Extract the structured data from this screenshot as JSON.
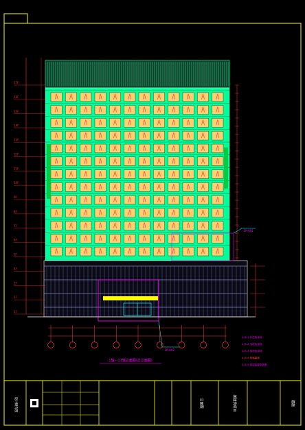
{
  "sheet": {
    "frame_color": "#ffff00",
    "facade_color": "#00ff99",
    "window_color": "#ffd070",
    "window_mark_color": "#ff3b3b",
    "level_color": "#ff2b2b",
    "dim_color": "#ff3b3b",
    "callout_color": "#ff00ff",
    "leader_color": "#00ffff"
  },
  "elevation": {
    "title": "1轴—11轴立面图(正立面图)",
    "floor_rows": 13,
    "window_columns": 12,
    "grid_axes": 9
  },
  "level_labels": [
    "17F",
    "16F",
    "15F",
    "14F",
    "13F",
    "12F",
    "11F",
    "10F",
    "9F",
    "8F",
    "7F",
    "6F",
    "5F",
    "4F",
    "3F",
    "2F",
    "1F"
  ],
  "callouts": {
    "upper": "DY-001",
    "lower": "DY-002"
  },
  "legend": [
    "2.JS-1 灰白色涂料",
    "2.JS-2 浅灰色涂料",
    "3.JS-3 深灰色涂料",
    "4.JS-4 玻璃幕墙",
    "5.JS-5 铝合金装饰线条"
  ],
  "title_block": {
    "company": "设计研究院",
    "project": "某建筑项目",
    "drawing": "立面图",
    "sheet_no": "建施"
  }
}
